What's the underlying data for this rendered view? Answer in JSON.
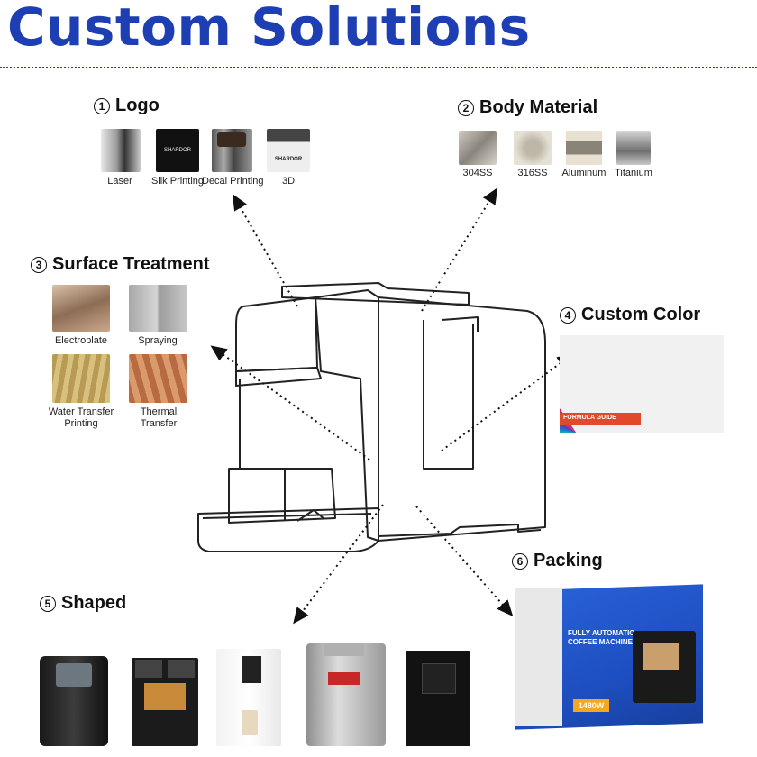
{
  "title": "Custom Solutions",
  "sections": {
    "logo": {
      "num": "1",
      "label": "Logo",
      "items": [
        "Laser",
        "Silk Printing",
        "Decal Printing",
        "3D"
      ],
      "brand": "SHARDOR"
    },
    "body_material": {
      "num": "2",
      "label": "Body Material",
      "items": [
        "304SS",
        "316SS",
        "Aluminum",
        "Titanium"
      ]
    },
    "surface_treatment": {
      "num": "3",
      "label": "Surface Treatment",
      "items": [
        "Electroplate",
        "Spraying",
        "Water Transfer Printing",
        "Thermal Transfer"
      ]
    },
    "custom_color": {
      "num": "4",
      "label": "Custom Color",
      "fan_text": "FORMULA GUIDE"
    },
    "shaped": {
      "num": "5",
      "label": "Shaped"
    },
    "packing": {
      "num": "6",
      "label": "Packing",
      "box_title": "FULLY AUTOMATIC COFFEE MACHINE",
      "box_power": "1480W"
    }
  },
  "colors": {
    "title": "#1d3fb3",
    "packing_box": "#1e4fc2"
  }
}
